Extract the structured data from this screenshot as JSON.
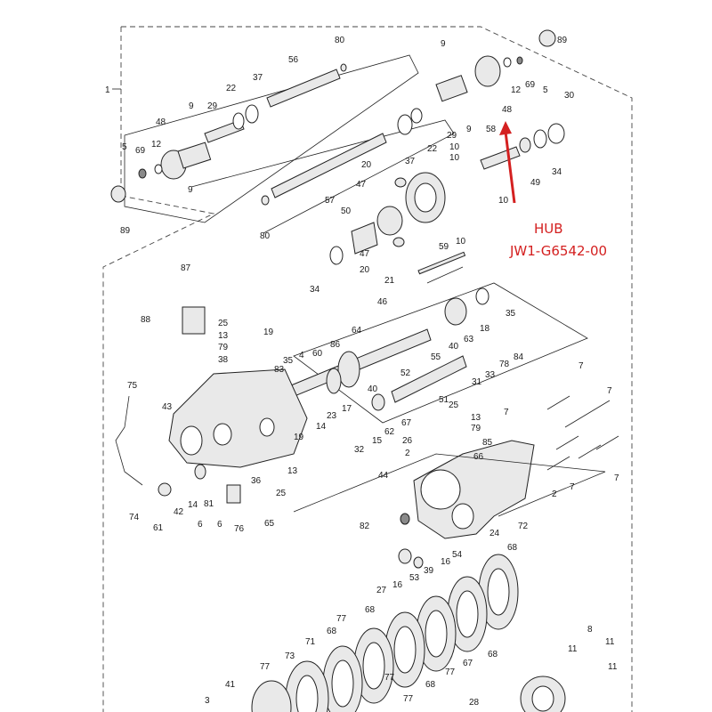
{
  "group_label": "1",
  "callout": {
    "title": "HUB",
    "part_number": "JW1-G6542-00",
    "points_to": "48",
    "color": "#d42020"
  },
  "labels": [
    {
      "id": "l80a",
      "text": "80"
    },
    {
      "id": "l56",
      "text": "56"
    },
    {
      "id": "l37a",
      "text": "37"
    },
    {
      "id": "l22a",
      "text": "22"
    },
    {
      "id": "l9a",
      "text": "9"
    },
    {
      "id": "l29a",
      "text": "29"
    },
    {
      "id": "l48a",
      "text": "48"
    },
    {
      "id": "l5a",
      "text": "5"
    },
    {
      "id": "l69a",
      "text": "69"
    },
    {
      "id": "l12a",
      "text": "12"
    },
    {
      "id": "l9b",
      "text": "9"
    },
    {
      "id": "l89a",
      "text": "89"
    },
    {
      "id": "l80b",
      "text": "80"
    },
    {
      "id": "l57",
      "text": "57"
    },
    {
      "id": "l37b",
      "text": "37"
    },
    {
      "id": "l22b",
      "text": "22"
    },
    {
      "id": "l29b",
      "text": "29"
    },
    {
      "id": "l9c",
      "text": "9"
    },
    {
      "id": "l9d",
      "text": "9"
    },
    {
      "id": "l12b",
      "text": "12"
    },
    {
      "id": "l69b",
      "text": "69"
    },
    {
      "id": "l5b",
      "text": "5"
    },
    {
      "id": "l48b",
      "text": "48"
    },
    {
      "id": "l89b",
      "text": "89"
    },
    {
      "id": "l30",
      "text": "30"
    },
    {
      "id": "l58",
      "text": "58"
    },
    {
      "id": "l34a",
      "text": "34"
    },
    {
      "id": "l49",
      "text": "49"
    },
    {
      "id": "l10a",
      "text": "10"
    },
    {
      "id": "l10b",
      "text": "10"
    },
    {
      "id": "l10c",
      "text": "10"
    },
    {
      "id": "l10d",
      "text": "10"
    },
    {
      "id": "l20a",
      "text": "20"
    },
    {
      "id": "l47a",
      "text": "47"
    },
    {
      "id": "l50",
      "text": "50"
    },
    {
      "id": "l47b",
      "text": "47"
    },
    {
      "id": "l20b",
      "text": "20"
    },
    {
      "id": "l34b",
      "text": "34"
    },
    {
      "id": "l59",
      "text": "59"
    },
    {
      "id": "l21",
      "text": "21"
    },
    {
      "id": "l46",
      "text": "46"
    },
    {
      "id": "l35a",
      "text": "35"
    },
    {
      "id": "l87",
      "text": "87"
    },
    {
      "id": "l88",
      "text": "88"
    },
    {
      "id": "l25a",
      "text": "25"
    },
    {
      "id": "l13a",
      "text": "13"
    },
    {
      "id": "l79a",
      "text": "79"
    },
    {
      "id": "l38",
      "text": "38"
    },
    {
      "id": "l19a",
      "text": "19"
    },
    {
      "id": "l35b",
      "text": "35"
    },
    {
      "id": "l83",
      "text": "83"
    },
    {
      "id": "l4",
      "text": "4"
    },
    {
      "id": "l60",
      "text": "60"
    },
    {
      "id": "l86",
      "text": "86"
    },
    {
      "id": "l64",
      "text": "64"
    },
    {
      "id": "l63",
      "text": "63"
    },
    {
      "id": "l18",
      "text": "18"
    },
    {
      "id": "l40a",
      "text": "40"
    },
    {
      "id": "l55",
      "text": "55"
    },
    {
      "id": "l78",
      "text": "78"
    },
    {
      "id": "l84",
      "text": "84"
    },
    {
      "id": "l52",
      "text": "52"
    },
    {
      "id": "l31",
      "text": "31"
    },
    {
      "id": "l33",
      "text": "33"
    },
    {
      "id": "l40b",
      "text": "40"
    },
    {
      "id": "l51",
      "text": "51"
    },
    {
      "id": "l75",
      "text": "75"
    },
    {
      "id": "l43",
      "text": "43"
    },
    {
      "id": "l17",
      "text": "17"
    },
    {
      "id": "l23",
      "text": "23"
    },
    {
      "id": "l14a",
      "text": "14"
    },
    {
      "id": "l19b",
      "text": "19"
    },
    {
      "id": "l67",
      "text": "67"
    },
    {
      "id": "l62",
      "text": "62"
    },
    {
      "id": "l15",
      "text": "15"
    },
    {
      "id": "l32",
      "text": "32"
    },
    {
      "id": "l25b",
      "text": "25"
    },
    {
      "id": "l13b",
      "text": "13"
    },
    {
      "id": "l79b",
      "text": "79"
    },
    {
      "id": "l26",
      "text": "26"
    },
    {
      "id": "l85",
      "text": "85"
    },
    {
      "id": "l2a",
      "text": "2"
    },
    {
      "id": "l66",
      "text": "66"
    },
    {
      "id": "l13c",
      "text": "13"
    },
    {
      "id": "l36",
      "text": "36"
    },
    {
      "id": "l25c",
      "text": "25"
    },
    {
      "id": "l74",
      "text": "74"
    },
    {
      "id": "l61",
      "text": "61"
    },
    {
      "id": "l42",
      "text": "42"
    },
    {
      "id": "l14b",
      "text": "14"
    },
    {
      "id": "l81",
      "text": "81"
    },
    {
      "id": "l6a",
      "text": "6"
    },
    {
      "id": "l6b",
      "text": "6"
    },
    {
      "id": "l76",
      "text": "76"
    },
    {
      "id": "l65",
      "text": "65"
    },
    {
      "id": "l44",
      "text": "44"
    },
    {
      "id": "l82",
      "text": "82"
    },
    {
      "id": "l24",
      "text": "24"
    },
    {
      "id": "l72",
      "text": "72"
    },
    {
      "id": "l2b",
      "text": "2"
    },
    {
      "id": "l7a",
      "text": "7"
    },
    {
      "id": "l7b",
      "text": "7"
    },
    {
      "id": "l7c",
      "text": "7"
    },
    {
      "id": "l7d",
      "text": "7"
    },
    {
      "id": "l7e",
      "text": "7"
    },
    {
      "id": "l54",
      "text": "54"
    },
    {
      "id": "l16a",
      "text": "16"
    },
    {
      "id": "l39",
      "text": "39"
    },
    {
      "id": "l53",
      "text": "53"
    },
    {
      "id": "l27",
      "text": "27"
    },
    {
      "id": "l16b",
      "text": "16"
    },
    {
      "id": "l68a",
      "text": "68"
    },
    {
      "id": "l68b",
      "text": "68"
    },
    {
      "id": "l77a",
      "text": "77"
    },
    {
      "id": "l68c",
      "text": "68"
    },
    {
      "id": "l71",
      "text": "71"
    },
    {
      "id": "l68d",
      "text": "68"
    },
    {
      "id": "l77b",
      "text": "77"
    },
    {
      "id": "l73",
      "text": "73"
    },
    {
      "id": "l77c",
      "text": "77"
    },
    {
      "id": "l41",
      "text": "41"
    },
    {
      "id": "l3",
      "text": "3"
    },
    {
      "id": "l77d",
      "text": "77"
    },
    {
      "id": "l68e",
      "text": "68"
    },
    {
      "id": "l77e",
      "text": "77"
    },
    {
      "id": "l67b",
      "text": "67"
    },
    {
      "id": "l11a",
      "text": "11"
    },
    {
      "id": "l8",
      "text": "8"
    },
    {
      "id": "l11b",
      "text": "11"
    },
    {
      "id": "l11c",
      "text": "11"
    },
    {
      "id": "l28",
      "text": "28"
    }
  ]
}
